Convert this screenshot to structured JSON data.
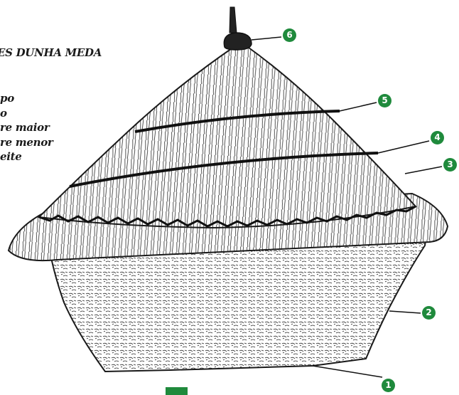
{
  "title": "ES DUNHA MEDA",
  "legend_items": [
    "po",
    "o",
    "re maior",
    "re menor",
    "eite"
  ],
  "callouts": {
    "one": "1",
    "two": "2",
    "three": "3",
    "four": "4",
    "five": "5",
    "six": "6"
  },
  "colors": {
    "accent_green": "#1f8a3c",
    "ink": "#1a1a1a"
  }
}
